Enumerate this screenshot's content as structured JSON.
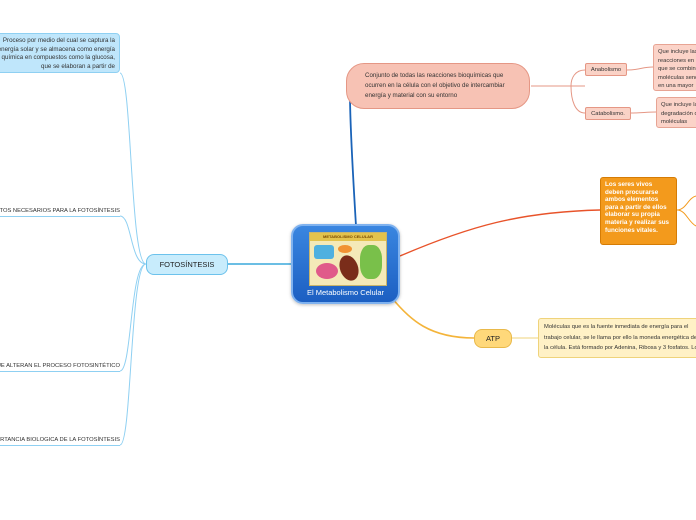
{
  "central": {
    "label": "El Metabolismo Celular",
    "image_title": "METABOLISMO CELULAR"
  },
  "left": {
    "topic": "FOTOSÍNTESIS",
    "intro": "Proceso por medio del cual se captura la energía solar y se almacena como energía química en compuestos como la glucosa, que se elaboran a partir de",
    "children": [
      "ELEMENTOS NECESARIOS PARA LA FOTOSÍNTESIS",
      "FACTORES QUE ALTERAN EL PROCESO FOTOSINTÉTICO",
      "IMPORTANCIA BIOLOGICA DE LA FOTOSÍNTESIS"
    ]
  },
  "right_top": {
    "definition": "Conjunto de todas las reacciones bioquímicas que ocurren en la célula con el objetivo de intercambiar energía y material con su entorno",
    "anabolismo": {
      "label": "Anabolismo",
      "desc": "Que incluye las reacciones en las que se combinan moléculas sencillas en una mayor complejidad, consiguiente aumento de energía en la Fotosíntesis, glucosa"
    },
    "catabolismo": {
      "label": "Catabolismo.",
      "desc": "Que incluye la degradación de moléculas complejas a moléculas sencillas, con la consiguiente liberación de energía"
    }
  },
  "right_mid": {
    "text": "Los seres vivos deben procurarse ambos elementos para a partir de ellos elaborar su propia materia y realizar sus funciones vitales."
  },
  "right_bottom": {
    "topic": "ATP",
    "desc": "Moléculas que es la fuente inmediata de energía para el trabajo celular, se le llama por ello la moneda energética de la célula. Está formado por Adenina, Ribosa y 3 fosfatos. Los enlaces entre los fosfatos donde se almacena la energía"
  },
  "colors": {
    "central": "#2a73d6",
    "left_branch": "#3aa8dc",
    "conj_branch": "#1a63b8",
    "orange_branch": "#e8532a",
    "atp_branch": "#f4b43a"
  }
}
